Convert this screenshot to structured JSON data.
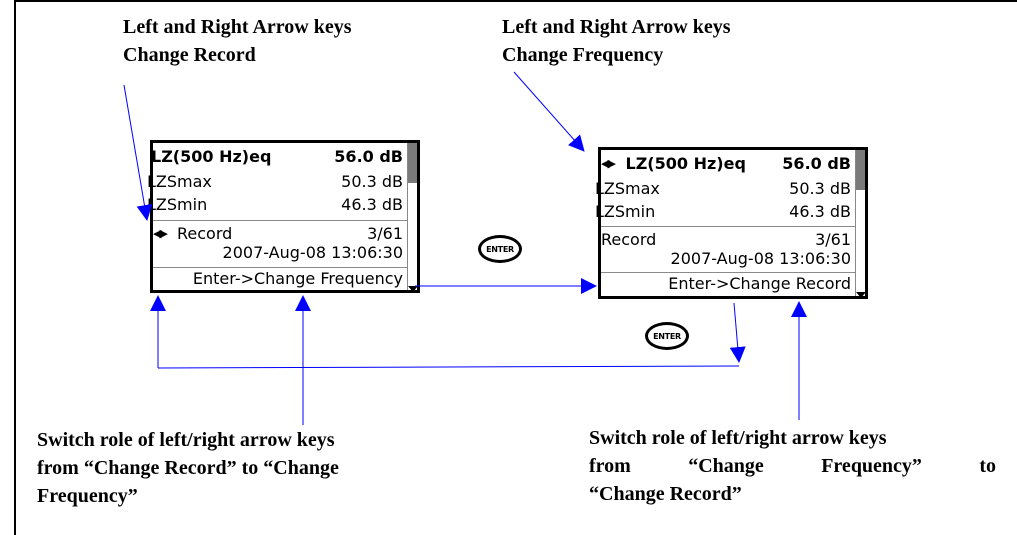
{
  "captions": {
    "top_left": [
      "Left and Right Arrow keys",
      "Change Record"
    ],
    "top_right": [
      "Left and Right Arrow keys",
      "Change Frequency"
    ],
    "bottom_left": [
      "Switch role of left/right arrow keys",
      "from “Change Record” to “Change",
      "Frequency”"
    ],
    "bottom_right": [
      "Switch role of left/right arrow keys",
      "from “Change Frequency” to",
      "“Change Record”"
    ]
  },
  "screen_left": {
    "title_label": "LZ(500 Hz)eq",
    "title_value": "56.0 dB",
    "max_label": "LZSmax",
    "max_value": "50.3 dB",
    "min_label": "LZSmin",
    "min_value": "46.3 dB",
    "record_label": "Record",
    "record_value": "3/61",
    "timestamp": "2007-Aug-08 13:06:30",
    "footer": "Enter->Change Frequency"
  },
  "screen_right": {
    "title_label": "LZ(500 Hz)eq",
    "title_value": "56.0 dB",
    "max_label": "LZSmax",
    "max_value": "50.3 dB",
    "min_label": "LZSmin",
    "min_value": "46.3 dB",
    "record_label": "Record",
    "record_value": "3/61",
    "timestamp": "2007-Aug-08 13:06:30",
    "footer": "Enter->Change Record"
  },
  "enter_key_label": "ENTER"
}
